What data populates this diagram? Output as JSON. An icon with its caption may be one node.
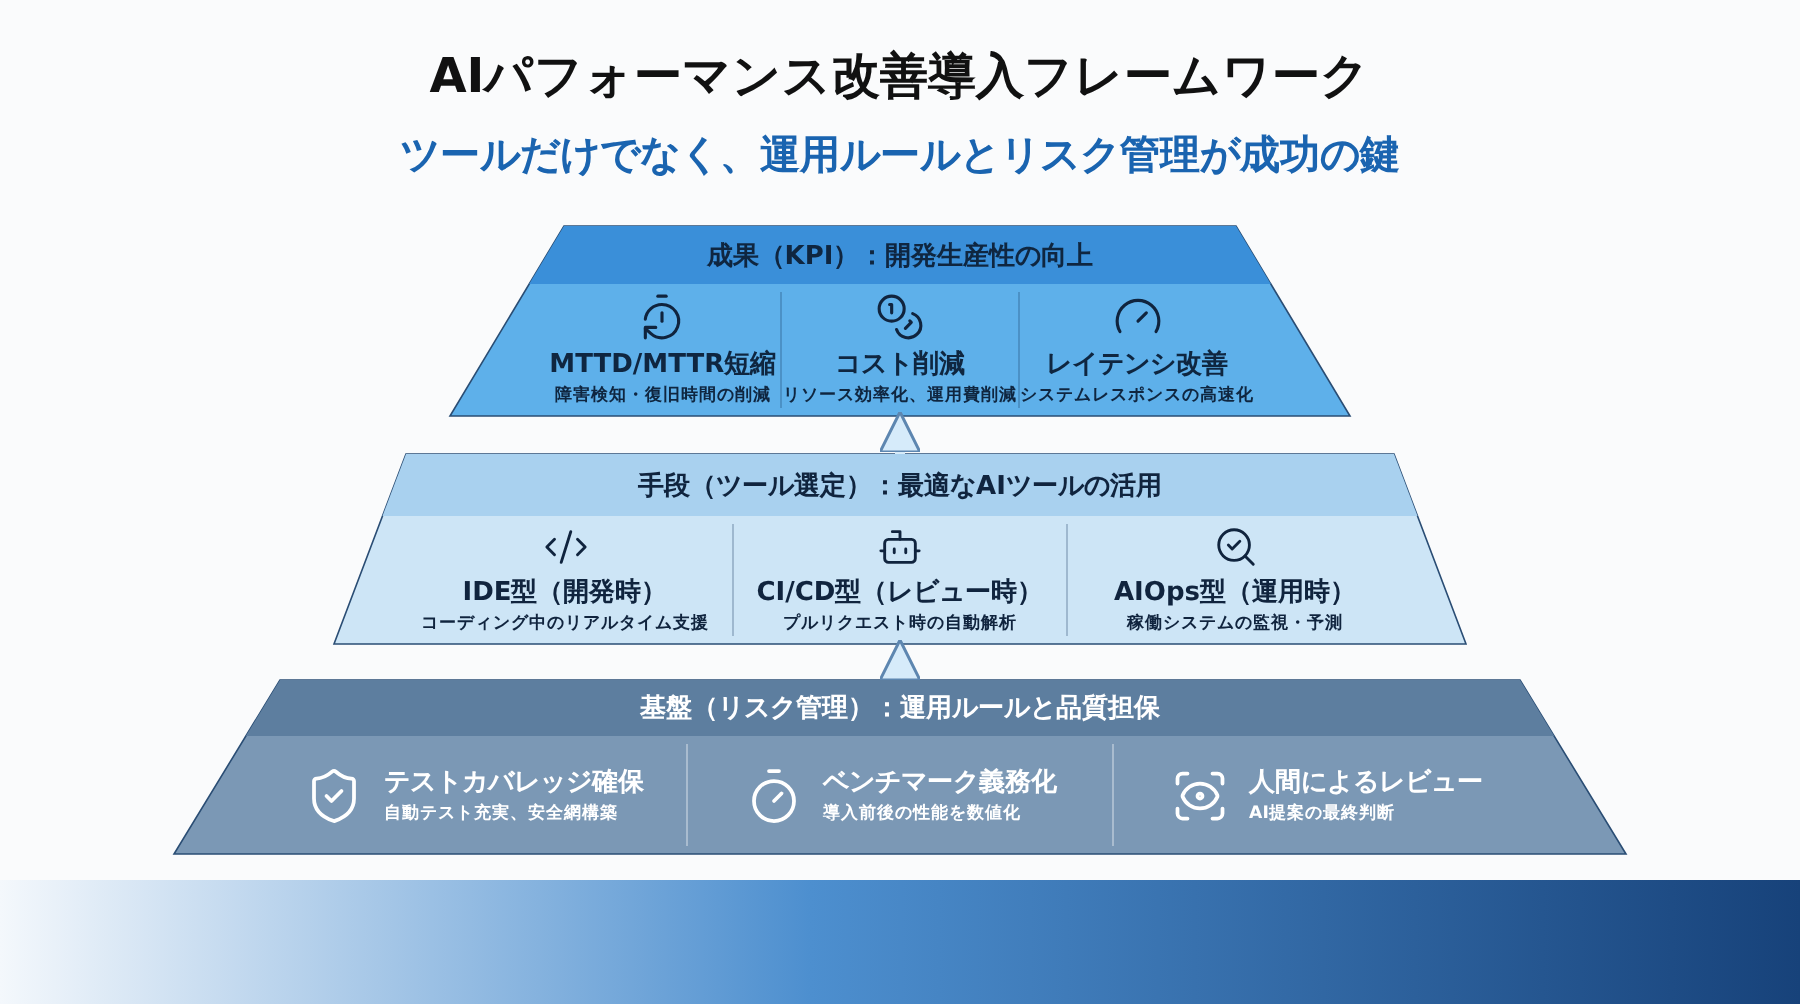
{
  "diagram": {
    "title": "AIパフォーマンス改善導入フレームワーク",
    "caption": "ツールだけでなく、運用ルールとリスク管理が成功の鍵",
    "nodes": [
      {
        "text": [
          "成果（KPI）：開発生産性の向上"
        ]
      },
      {
        "text": [
          "MTTD/MTTR短縮",
          "障害検知・復旧時間の削減"
        ],
        "in": 0
      },
      {
        "text": [
          "コスト削減",
          "リソース効率化、運用費削減"
        ],
        "in": 0
      },
      {
        "text": [
          "レイテンシ改善",
          "システムレスポンスの高速化"
        ],
        "in": 0
      },
      {
        "text": [
          "手段（ツール選定）：最適なAIツールの活用"
        ]
      },
      {
        "text": [
          "IDE型（開発時）",
          "コーディング中のリアルタイム支援"
        ],
        "in": 4
      },
      {
        "text": [
          "CI/CD型（レビュー時）",
          "プルリクエスト時の自動解析"
        ],
        "in": 4
      },
      {
        "text": [
          "AIOps型（運用時）",
          "稼働システムの監視・予測"
        ],
        "in": 4
      },
      {
        "text": [
          "基盤（リスク管理）：運用ルールと品質担保"
        ]
      },
      {
        "text": [
          "テストカバレッジ確保",
          "自動テスト充実、安全網構築"
        ],
        "in": 8
      },
      {
        "text": [
          "ベンチマーク義務化",
          "導入前後の性能を数値化"
        ],
        "in": 8
      },
      {
        "text": [
          "人間によるレビュー",
          "AI提案の最終判断"
        ],
        "in": 8
      }
    ],
    "edges": [
      {
        "from": 8,
        "to": 4,
        "arrow": "to"
      },
      {
        "from": 4,
        "to": 0,
        "arrow": "to"
      }
    ]
  }
}
